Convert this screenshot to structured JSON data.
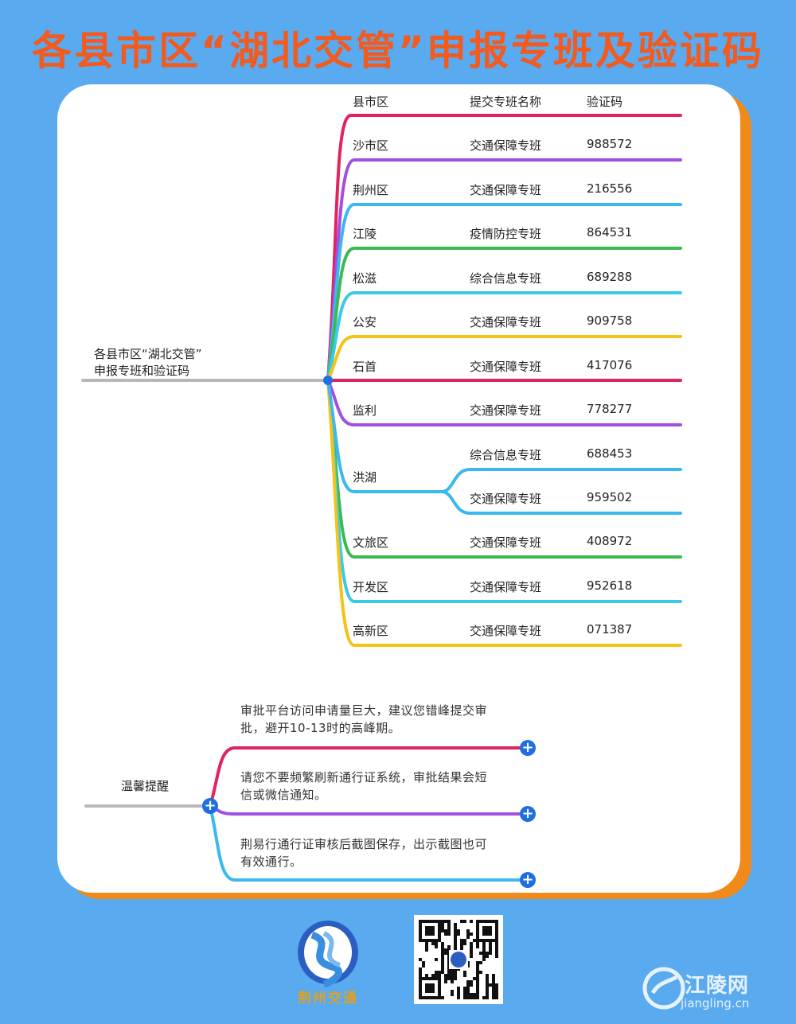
{
  "page_title": "各县市区“湖北交管”申报专班及验证码",
  "root": {
    "line1": "各县市区“湖北交管”",
    "line2": "申报专班和验证码"
  },
  "headers": {
    "district": "县市区",
    "team": "提交专班名称",
    "code": "验证码"
  },
  "rows": [
    {
      "district": "沙市区",
      "team": "交通保障专班",
      "code": "988572",
      "color": "#a050e0"
    },
    {
      "district": "荆州区",
      "team": "交通保障专班",
      "code": "216556",
      "color": "#3cb8f0"
    },
    {
      "district": "江陵",
      "team": "疫情防控专班",
      "code": "864531",
      "color": "#3cba50"
    },
    {
      "district": "松滋",
      "team": "综合信息专班",
      "code": "689288",
      "color": "#3cc8e8"
    },
    {
      "district": "公安",
      "team": "交通保障专班",
      "code": "909758",
      "color": "#f5c218"
    },
    {
      "district": "石首",
      "team": "交通保障专班",
      "code": "417076",
      "color": "#e0245e"
    },
    {
      "district": "监利",
      "team": "交通保障专班",
      "code": "778277",
      "color": "#a050e0"
    },
    {
      "district": "洪湖",
      "team": "综合信息专班",
      "code": "688453",
      "color": "#3cb8f0"
    },
    {
      "district": "",
      "team": "交通保障专班",
      "code": "959502",
      "color": "#3cb8f0"
    },
    {
      "district": "文旅区",
      "team": "交通保障专班",
      "code": "408972",
      "color": "#3cba50"
    },
    {
      "district": "开发区",
      "team": "交通保障专班",
      "code": "952618",
      "color": "#3cc8e8"
    },
    {
      "district": "高新区",
      "team": "交通保障专班",
      "code": "071387",
      "color": "#f5c218"
    }
  ],
  "header_color": "#e0245e",
  "tips": {
    "title": "温馨提醒",
    "items": [
      {
        "line1": "审批平台访问申请量巨大，建议您错峰提交审",
        "line2": "批，避开10-13时的高峰期。",
        "color": "#e0245e"
      },
      {
        "line1": "请您不要频繁刷新通行证系统，审批结果会短",
        "line2": "信或微信通知。",
        "color": "#a050e0"
      },
      {
        "line1": "荆易行通行证审核后截图保存，出示截图也可",
        "line2": "有效通行。",
        "color": "#3cb8f0"
      }
    ]
  },
  "logo_text": "荆州交通",
  "watermark": {
    "name": "江陵网",
    "url": "jiangling.cn"
  },
  "colors": {
    "background": "#5aaaf0",
    "title": "#f25a1e",
    "card_shadow": "#f08a1a",
    "node": "#1f6fe0"
  }
}
